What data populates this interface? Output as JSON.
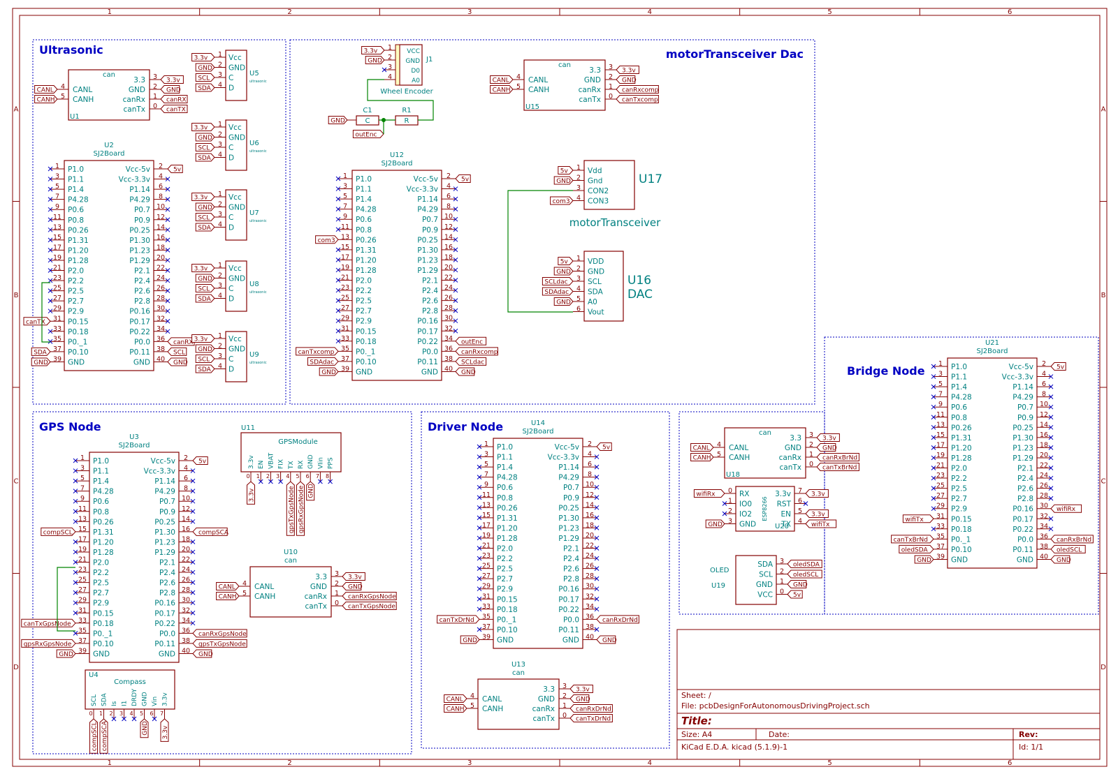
{
  "colors": {
    "border": "#840000",
    "wire": "#008400",
    "text": "#008080",
    "pin": "#840000",
    "section": "#0000c2",
    "junction": "#008400",
    "nc": "#0000c2"
  },
  "frame": {
    "columns": [
      "1",
      "2",
      "3",
      "4",
      "5",
      "6"
    ],
    "rows": [
      "A",
      "B",
      "C",
      "D"
    ]
  },
  "sections": [
    {
      "id": "ultrasonic",
      "title": "Ultrasonic"
    },
    {
      "id": "motor",
      "title": "motorTransceiver Dac"
    },
    {
      "id": "gps",
      "title": "GPS Node"
    },
    {
      "id": "driver",
      "title": "Driver Node"
    },
    {
      "id": "bridge",
      "title": "Bridge Node"
    },
    {
      "id": "bridge2",
      "title": ""
    }
  ],
  "sj2_pins": {
    "left_names": [
      "P1.0",
      "P1.1",
      "P1.4",
      "P4.28",
      "P0.6",
      "P0.8",
      "P0.26",
      "P1.31",
      "P1.20",
      "P1.28",
      "P2.0",
      "P2.2",
      "P2.5",
      "P2.7",
      "P2.9",
      "P0.15",
      "P0.18",
      "P0._1",
      "P0.10",
      "GND"
    ],
    "left_nums": [
      "1",
      "3",
      "5",
      "7",
      "9",
      "11",
      "13",
      "15",
      "17",
      "19",
      "21",
      "23",
      "25",
      "27",
      "29",
      "31",
      "33",
      "35",
      "37",
      "39"
    ],
    "right_names": [
      "Vcc-5v",
      "Vcc-3.3v",
      "P1.14",
      "P4.29",
      "P0.7",
      "P0.9",
      "P0.25",
      "P1.30",
      "P1.23",
      "P1.29",
      "P2.1",
      "P2.4",
      "P2.6",
      "P2.8",
      "P0.16",
      "P0.17",
      "P0.22",
      "P0.0",
      "P0.11",
      "GND"
    ],
    "right_nums": [
      "2",
      "4",
      "6",
      "8",
      "10",
      "12",
      "14",
      "16",
      "18",
      "20",
      "22",
      "24",
      "26",
      "28",
      "30",
      "32",
      "34",
      "36",
      "38",
      "40"
    ]
  },
  "sj2_boards": [
    {
      "ref": "U2",
      "value": "SJ2Board",
      "left": {
        "31": "canTX",
        "37": "SDA",
        "39": "GND"
      },
      "right": {
        "2": "5v",
        "36": "canRX",
        "38": "SCL",
        "40": "GND"
      }
    },
    {
      "ref": "U12",
      "value": "SJ2Board",
      "left": {
        "13": "com3",
        "35": "canTxcomp",
        "37": "SDAdac",
        "39": "GND"
      },
      "right": {
        "2": "5v",
        "34": "outEnc",
        "36": "canRxcomp",
        "38": "SCLdac",
        "40": "GND"
      }
    },
    {
      "ref": "U3",
      "value": "SJ2Board",
      "left": {
        "15": "compSCL",
        "33": "canTxGpsNode",
        "37": "gpsRxGpsNode",
        "39": "GND"
      },
      "right": {
        "2": "5v",
        "16": "compSCA",
        "36": "canRxGpsNode",
        "38": "gpsTxGpsNode",
        "40": "GND"
      }
    },
    {
      "ref": "U14",
      "value": "SJ2Board",
      "left": {
        "35": "canTxDrNd",
        "39": "GND"
      },
      "right": {
        "2": "5v",
        "36": "canRxDrNd",
        "40": "GND"
      }
    },
    {
      "ref": "U21",
      "value": "SJ2Board",
      "left": {
        "31": "wifiTx",
        "35": "canTxBrNd",
        "37": "oledSDA",
        "39": "GND"
      },
      "right": {
        "2": "5v",
        "30": "wifiRx",
        "36": "canRxBrNd",
        "38": "oledSCL",
        "40": "GND"
      }
    }
  ],
  "can_modules": [
    {
      "ref": "U1",
      "value": "can",
      "left": [
        "CANL",
        "CANH"
      ],
      "left_nums": [
        "4",
        "5"
      ],
      "left_labels": [
        "CANL",
        "CANH"
      ],
      "right": [
        "3.3",
        "GND",
        "canRx",
        "canTx"
      ],
      "right_nums": [
        "3",
        "2",
        "1",
        "0"
      ],
      "right_labels": [
        "3.3v",
        "GND",
        "canRX",
        "canTX"
      ]
    },
    {
      "ref": "U15",
      "value": "can",
      "left": [
        "CANL",
        "CANH"
      ],
      "left_nums": [
        "4",
        "5"
      ],
      "left_labels": [
        "CANL",
        "CANH"
      ],
      "right": [
        "3.3",
        "GND",
        "canRx",
        "canTx"
      ],
      "right_nums": [
        "3",
        "2",
        "1",
        "0"
      ],
      "right_labels": [
        "3.3v",
        "GND",
        "canRxcomp",
        "canTxcomp"
      ]
    },
    {
      "ref": "U10",
      "value": "can",
      "left": [
        "CANL",
        "CANH"
      ],
      "left_nums": [
        "4",
        "5"
      ],
      "left_labels": [
        "CANL",
        "CANH"
      ],
      "right": [
        "3.3",
        "GND",
        "canRx",
        "canTx"
      ],
      "right_nums": [
        "3",
        "2",
        "1",
        "0"
      ],
      "right_labels": [
        "3.3v",
        "GND",
        "canRxGpsNode",
        "canTxGpsNode"
      ]
    },
    {
      "ref": "U13",
      "value": "can",
      "left": [
        "CANL",
        "CANH"
      ],
      "left_nums": [
        "4",
        "5"
      ],
      "left_labels": [
        "CANL",
        "CANH"
      ],
      "right": [
        "3.3",
        "GND",
        "canRx",
        "canTx"
      ],
      "right_nums": [
        "3",
        "2",
        "1",
        "0"
      ],
      "right_labels": [
        "3.3v",
        "GND",
        "canRxDrNd",
        "canTxDrNd"
      ]
    },
    {
      "ref": "U18",
      "value": "can",
      "left": [
        "CANL",
        "CANH"
      ],
      "left_nums": [
        "4",
        "5"
      ],
      "left_labels": [
        "CANL",
        "CANH"
      ],
      "right": [
        "3.3",
        "GND",
        "canRx",
        "canTx"
      ],
      "right_nums": [
        "3",
        "2",
        "1",
        "0"
      ],
      "right_labels": [
        "3.3v",
        "GND",
        "canRxBrNd",
        "canTxBrNd"
      ]
    }
  ],
  "ultrasonic_sensors": [
    {
      "ref": "U5",
      "value": "ultrasonic"
    },
    {
      "ref": "U6",
      "value": "ultrasonic"
    },
    {
      "ref": "U7",
      "value": "ultrasonic"
    },
    {
      "ref": "U8",
      "value": "ultrasonic"
    },
    {
      "ref": "U9",
      "value": "ultrasonic"
    }
  ],
  "ultrasonic_pins": {
    "names": [
      "Vcc",
      "GND",
      "C",
      "D"
    ],
    "nums": [
      "1",
      "2",
      "3",
      "4"
    ],
    "labels": [
      "3.3v",
      "GND",
      "SCL",
      "SDA"
    ]
  },
  "j1": {
    "ref": "J1",
    "value": "Wheel Encoder",
    "pins": [
      "VCC",
      "GND",
      "D0",
      "A0"
    ],
    "nums": [
      "1",
      "2",
      "3",
      "4"
    ],
    "labels": [
      "3.3v",
      "GND"
    ]
  },
  "c1": {
    "ref": "C1",
    "value": "C",
    "label": "GND"
  },
  "r1": {
    "ref": "R1",
    "value": "R"
  },
  "out_enc_label": "outEnc",
  "u17": {
    "ref": "U17",
    "value": "motorTransceiver",
    "pins": [
      "Vdd",
      "Gnd",
      "CON2",
      "CON3"
    ],
    "nums": [
      "1",
      "2",
      "3",
      "4"
    ],
    "labels": [
      "5v",
      "GND",
      "",
      "com3"
    ]
  },
  "u16": {
    "ref": "U16",
    "value": "DAC",
    "pins": [
      "VDD",
      "GND",
      "SCL",
      "SDA",
      "A0",
      "Vout"
    ],
    "nums": [
      "1",
      "2",
      "3",
      "4",
      "5",
      "6"
    ],
    "labels": [
      "5v",
      "GND",
      "SCLdac",
      "SDAdac",
      "GND",
      ""
    ]
  },
  "u11": {
    "ref": "U11",
    "value": "GPSModule",
    "pins": [
      "3.3v",
      "EN",
      "VBAT",
      "FIX",
      "TX",
      "RX",
      "GND",
      "VIin",
      "PPS"
    ],
    "nums": [
      "0",
      "1",
      "2",
      "3",
      "4",
      "5",
      "6",
      "7",
      "8"
    ],
    "labels": {
      "0": "3.3v",
      "4": "gpsTxGpsNode",
      "5": "gpsRxGpsNode",
      "6": "GND"
    }
  },
  "u4": {
    "ref": "U4",
    "value": "Compass",
    "pins": [
      "SCL",
      "SDA",
      "Is",
      "I1",
      "DRDY",
      "GND",
      "Vin",
      "3.3v"
    ],
    "nums": [
      "0",
      "1",
      "2",
      "3",
      "4",
      "5",
      "6",
      "7"
    ],
    "labels": {
      "0": "compSCL",
      "1": "compSCA",
      "5": "GND",
      "7": "3.3v"
    }
  },
  "u20": {
    "ref": "U20",
    "value": "ESP8266",
    "left": [
      "RX",
      "IO0",
      "IO2",
      "GND"
    ],
    "left_nums": [
      "0",
      "1",
      "2",
      "3"
    ],
    "left_labels": [
      "wifiRx",
      "",
      "",
      "GND"
    ],
    "right": [
      "3.3v",
      "RST",
      "EN",
      "TX"
    ],
    "right_nums": [
      "7",
      "6",
      "5",
      "4"
    ],
    "right_labels": [
      "3.3v",
      "",
      "3.3v",
      "wifiTx"
    ]
  },
  "u19": {
    "ref": "U19",
    "value": "OLED",
    "pins": [
      "SDA",
      "SCL",
      "GND",
      "VCC"
    ],
    "nums": [
      "3",
      "2",
      "1",
      "0"
    ],
    "labels": [
      "oledSDA",
      "oledSCL",
      "GND",
      "5v"
    ]
  },
  "title_block": {
    "sheet": "Sheet: /",
    "file": "File: pcbDesignForAutonomousDrivingProject.sch",
    "title_label": "Title:",
    "size": "Size: A4",
    "date": "Date:",
    "rev": "Rev:",
    "tool": "KiCad E.D.A.  kicad (5.1.9)-1",
    "id": "Id: 1/1"
  }
}
